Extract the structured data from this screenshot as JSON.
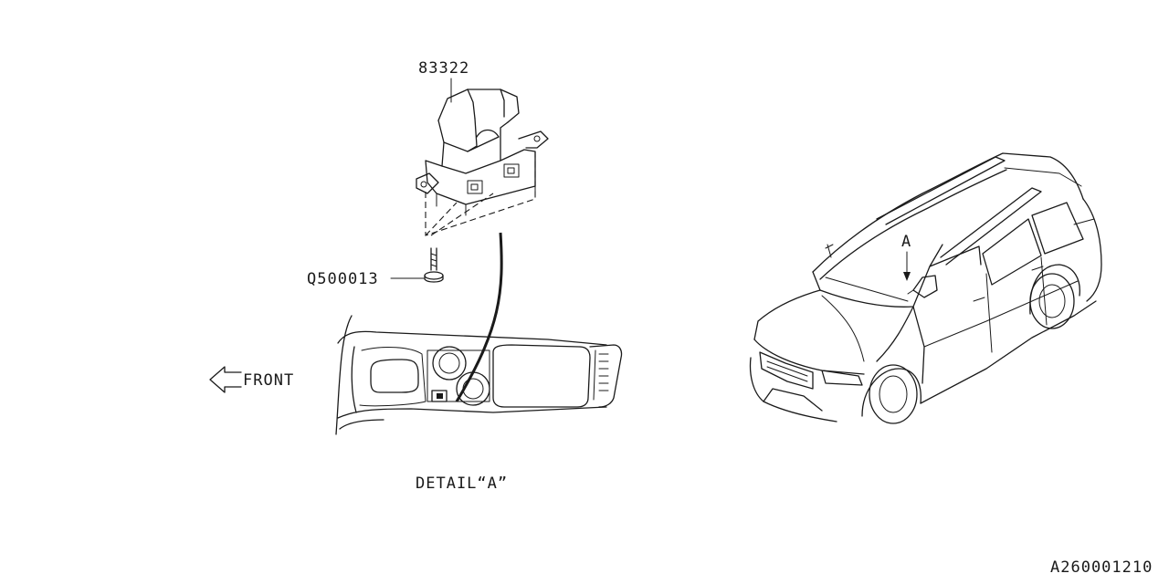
{
  "labels": {
    "part_switch": "83322",
    "part_screw": "Q500013",
    "front": "FRONT",
    "detail_caption": "DETAIL“A”",
    "view_marker": "A",
    "figure_id": "A260001210"
  },
  "colors": {
    "line": "#1a1a1a",
    "background": "#ffffff"
  }
}
